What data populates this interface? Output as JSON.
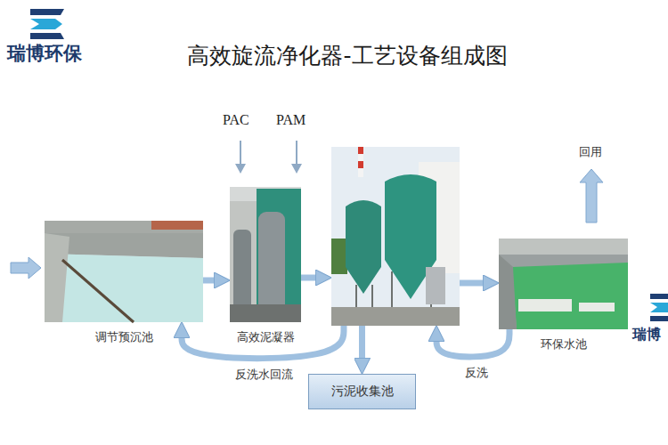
{
  "diagram": {
    "title": "高效旋流净化器-工艺设备组成图",
    "nodes": [
      {
        "text": [
          "调节预沉池"
        ]
      },
      {
        "text": [
          "高效泥凝器"
        ]
      },
      {
        "text": []
      },
      {
        "text": [
          "环保水池"
        ]
      },
      {
        "text": [
          "污泥收集池"
        ]
      }
    ],
    "edges": [
      {
        "from": 0,
        "to": 1,
        "arrow": "to"
      },
      {
        "from": 1,
        "to": 2,
        "arrow": "to"
      },
      {
        "from": 2,
        "to": 3,
        "arrow": "to"
      },
      {
        "from": 3,
        "to": 2,
        "label": "反洗",
        "arrow": "to"
      },
      {
        "from": 2,
        "to": 0,
        "label": "反洗水回流",
        "arrow": "to"
      },
      {
        "from": 2,
        "to": 4,
        "arrow": "to"
      }
    ],
    "labels": [
      "瑞博环保",
      "PAC",
      "PAM",
      "回用",
      "瑞博"
    ]
  }
}
